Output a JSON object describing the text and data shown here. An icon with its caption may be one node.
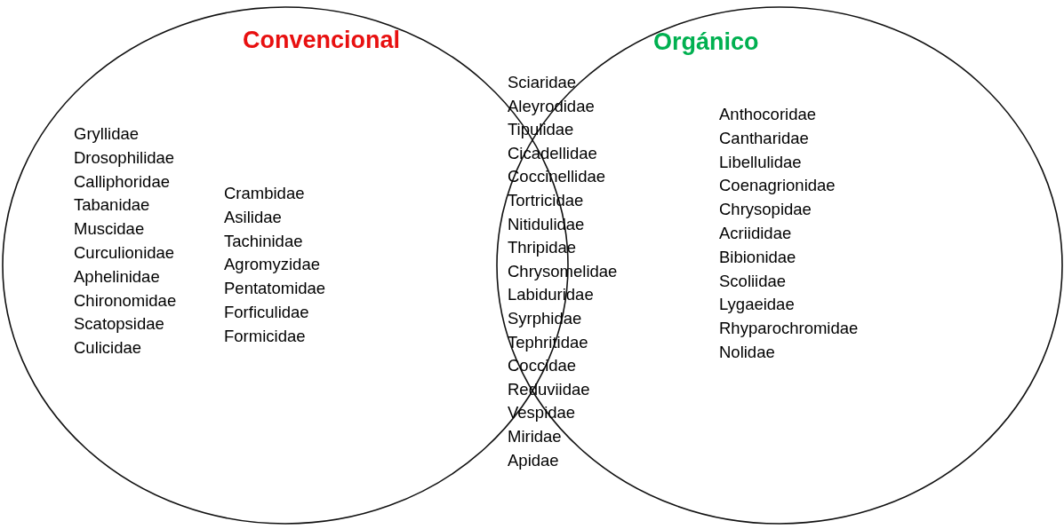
{
  "diagram": {
    "nodes": [
      {
        "text": [
          "Convencional"
        ]
      },
      {
        "text": [
          "Orgánico"
        ]
      }
    ],
    "labels": [
      "Gryllidae",
      "Drosophilidae",
      "Calliphoridae",
      "Tabanidae",
      "Muscidae",
      "Curculionidae",
      "Aphelinidae",
      "Chironomidae",
      "Scatopsidae",
      "Culicidae",
      "Crambidae",
      "Asilidae",
      "Tachinidae",
      "Agromyzidae",
      "Pentatomidae",
      "Forficulidae",
      "Formicidae",
      "Sciaridae",
      "Aleyrodidae",
      "Tipulidae",
      "Cicadellidae",
      "Coccinellidae",
      "Tortricidae",
      "Nitidulidae",
      "Thripidae",
      "Chrysomelidae",
      "Labiduridae",
      "Syrphidae",
      "Tephritidae",
      "Coccidae",
      "Reduviidae",
      "Vespidae",
      "Miridae",
      "Apidae",
      "Anthocoridae",
      "Cantharidae",
      "Libellulidae",
      "Coenagrionidae",
      "Chrysopidae",
      "Acriididae",
      "Bibionidae",
      "Scoliidae",
      "Lygaeidae",
      "Rhyparochromidae",
      "Nolidae"
    ]
  }
}
